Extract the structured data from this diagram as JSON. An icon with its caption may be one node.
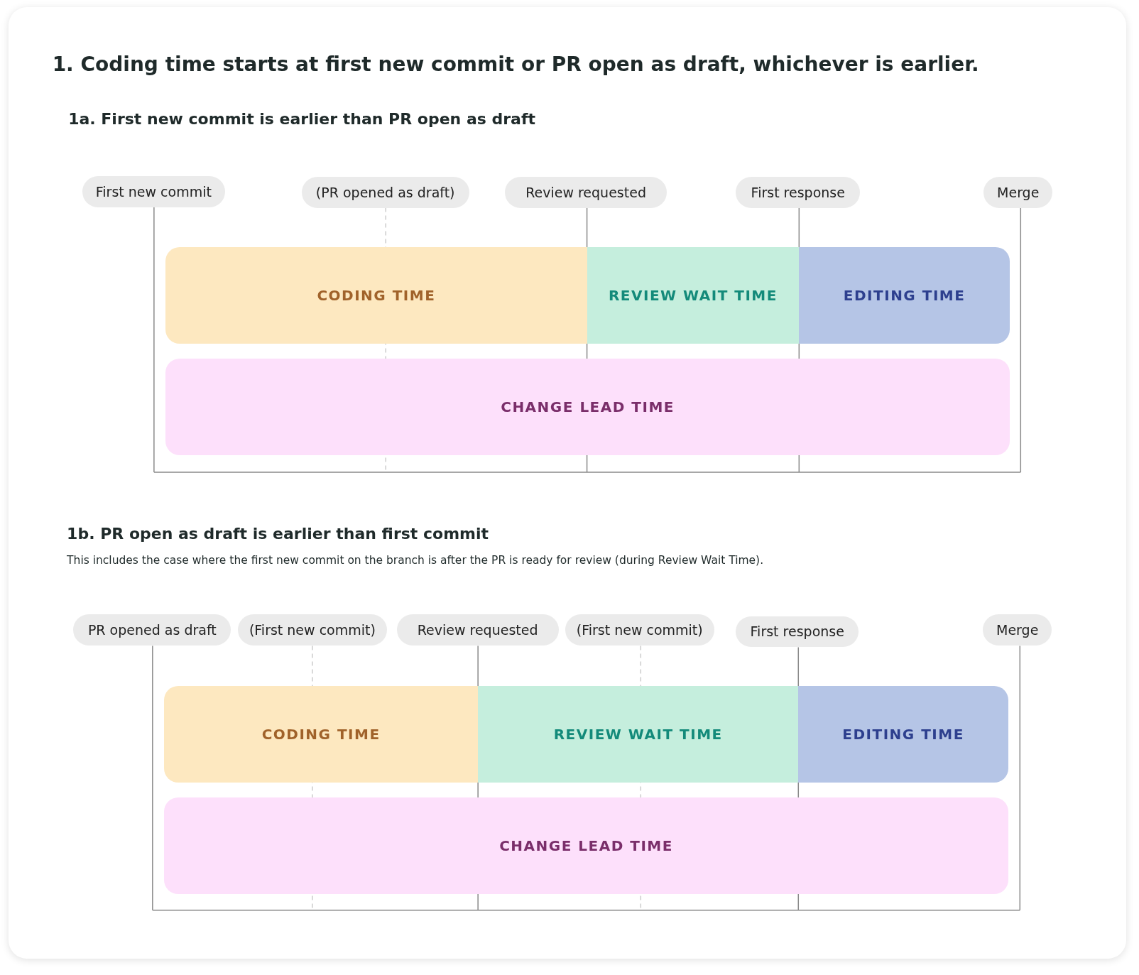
{
  "diagram": {
    "title": "1. Coding time starts at first new commit or PR open as draft, whichever is earlier.",
    "nodes": [
      {
        "text": [
          "First new commit"
        ]
      },
      {
        "text": [
          "(PR opened as draft)"
        ]
      },
      {
        "text": [
          "Review requested"
        ]
      },
      {
        "text": [
          "First response"
        ]
      },
      {
        "text": [
          "Merge"
        ]
      },
      {
        "text": [
          "CODING TIME"
        ]
      },
      {
        "text": [
          "REVIEW WAIT TIME"
        ]
      },
      {
        "text": [
          "EDITING TIME"
        ]
      },
      {
        "text": [
          "CHANGE LEAD TIME"
        ]
      },
      {
        "text": [
          "PR opened as draft"
        ]
      },
      {
        "text": [
          "(First new commit)"
        ]
      },
      {
        "text": [
          "Review requested"
        ]
      },
      {
        "text": [
          "(First new commit)"
        ]
      },
      {
        "text": [
          "First response"
        ]
      },
      {
        "text": [
          "Merge"
        ]
      },
      {
        "text": [
          "CODING TIME"
        ]
      },
      {
        "text": [
          "REVIEW WAIT TIME"
        ]
      },
      {
        "text": [
          "EDITING TIME"
        ]
      },
      {
        "text": [
          "CHANGE LEAD TIME"
        ]
      }
    ],
    "edges": [
      {
        "from": 0,
        "to": null,
        "arrow": "none"
      },
      {
        "from": 1,
        "to": null,
        "arrow": "none",
        "style": "dashed",
        "color": "#cccccc"
      },
      {
        "from": 2,
        "to": null,
        "arrow": "none"
      },
      {
        "from": 3,
        "to": null,
        "arrow": "none"
      },
      {
        "from": 4,
        "to": null,
        "arrow": "none"
      },
      {
        "from": 9,
        "to": null,
        "arrow": "none"
      },
      {
        "from": 10,
        "to": null,
        "arrow": "none",
        "style": "dashed",
        "color": "#cccccc"
      },
      {
        "from": 11,
        "to": null,
        "arrow": "none"
      },
      {
        "from": 12,
        "to": null,
        "arrow": "none",
        "style": "dashed",
        "color": "#cccccc"
      },
      {
        "from": 13,
        "to": null,
        "arrow": "none"
      },
      {
        "from": 14,
        "to": null,
        "arrow": "none"
      }
    ],
    "labels": [
      "1a. First new commit is earlier than PR open as draft",
      "1b. PR open as draft is earlier than first commit",
      "This includes the case where the first new commit on the branch is after the PR is ready for review (during Review Wait Time)."
    ]
  }
}
